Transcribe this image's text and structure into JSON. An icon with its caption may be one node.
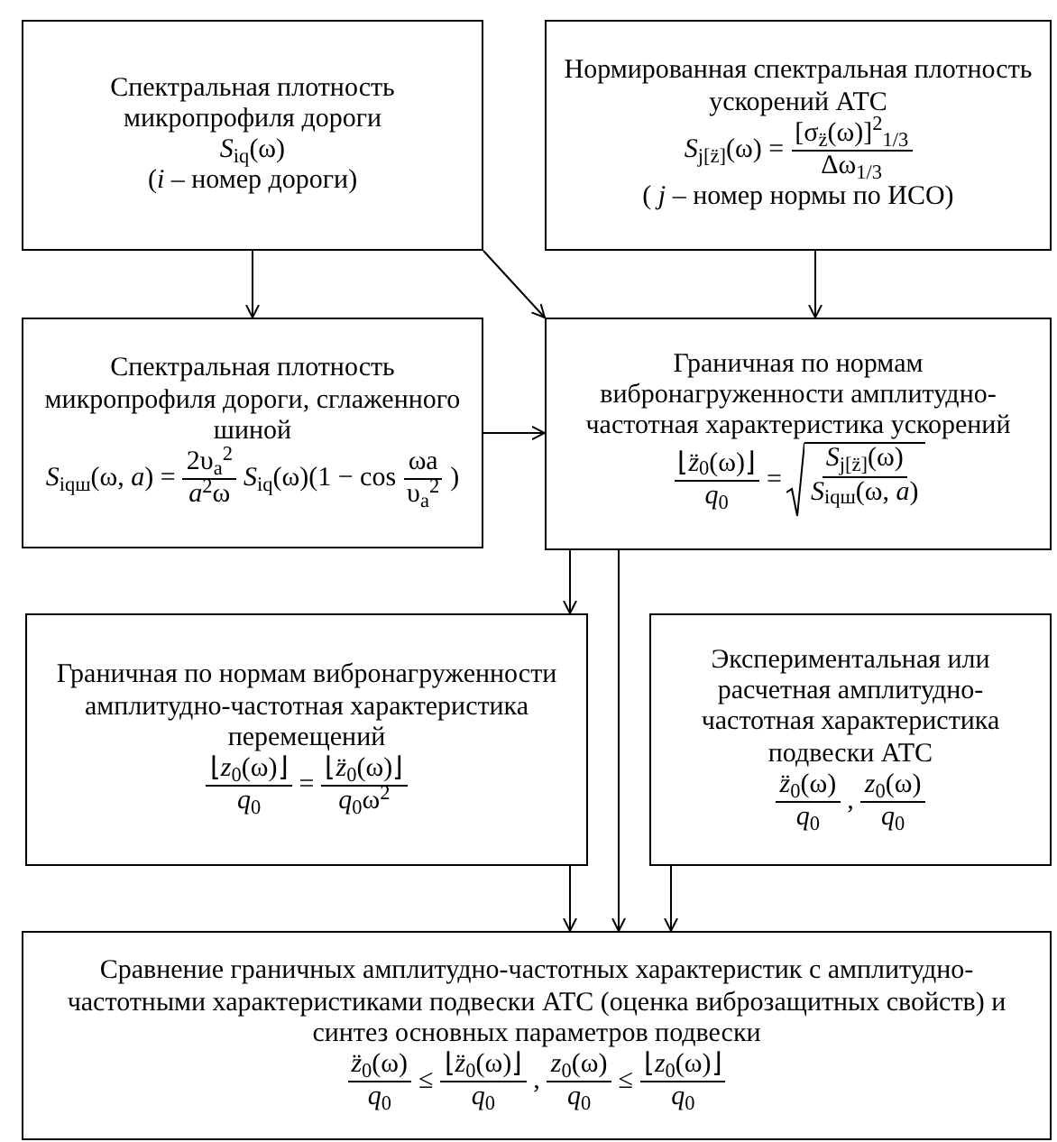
{
  "diagram": {
    "nodes": [
      {
        "text": [
          "Спектральная плотность микропрофиля дороги",
          "*S*$_{iq}$(ω)",
          "(*i* – номер дороги)"
        ]
      },
      {
        "text": [
          "Нормированная спектральная плотность ускорений АТС",
          "*S*$_{j[z̈]}$(ω) =",
          "[σ$_{z̈}$(ω)]$^{2}$$_{1/3}$",
          "Δω$_{1/3}$",
          "( *j* – номер нормы по ИСО)"
        ]
      },
      {
        "text": [
          "Спектральная плотность микропрофиля дороги, сглаженного шиной",
          "*S*$_{iqш}$(ω, *a*) =",
          "2υ$_{а}$$^{2}$",
          "*a*$^{2}$ω",
          "*S*$_{iq}$(ω)(1 − cos",
          "ωa",
          "υ$_{а}$$^{2}$",
          ")"
        ]
      },
      {
        "text": [
          "Граничная по нормам вибронагруженности амплитудно-частотная характеристика ускорений",
          "⌊*z̈*$_{0}$(ω)⌋",
          "*q*$_{0}$",
          "=",
          "*S*$_{j[z̈]}$(ω)",
          "*S*$_{iqш}$(ω, *a*)"
        ]
      },
      {
        "text": [
          "Граничная по нормам вибронагруженности амплитудно-частотная характеристика перемещений",
          "⌊*z*$_{0}$(ω)⌋",
          "*q*$_{0}$",
          "=",
          "⌊*z̈*$_{0}$(ω)⌋",
          "*q*$_{0}$ω$^{2}$"
        ]
      },
      {
        "text": [
          "Экспериментальная или расчетная амплитудно-частотная характеристика подвески АТС",
          "*z̈*$_{0}$(ω)",
          "*q*$_{0}$",
          ",",
          "*z*$_{0}$(ω)",
          "*q*$_{0}$"
        ]
      },
      {
        "text": [
          "Сравнение граничных амплитудно-частотных характеристик с амплитудно-частотными характеристиками подвески АТС (оценка виброзащитных свойств) и синтез основных параметров подвески",
          "*z̈*$_{0}$(ω)",
          "*q*$_{0}$",
          "≤",
          "⌊*z̈*$_{0}$(ω)⌋",
          "*q*$_{0}$",
          ",",
          "*z*$_{0}$(ω)",
          "*q*$_{0}$",
          "≤",
          "⌊*z*$_{0}$(ω)⌋",
          "*q*$_{0}$"
        ]
      }
    ],
    "edges": [
      {
        "from": 0,
        "to": 2,
        "arrow": "to"
      },
      {
        "from": 0,
        "to": 3,
        "arrow": "to"
      },
      {
        "from": 1,
        "to": 3,
        "arrow": "to"
      },
      {
        "from": 2,
        "to": 3,
        "arrow": "to"
      },
      {
        "from": 3,
        "to": 4,
        "arrow": "to"
      },
      {
        "from": 3,
        "to": 6,
        "arrow": "to"
      },
      {
        "from": 4,
        "to": 6,
        "arrow": "to"
      },
      {
        "from": 5,
        "to": 6,
        "arrow": "to"
      }
    ]
  }
}
